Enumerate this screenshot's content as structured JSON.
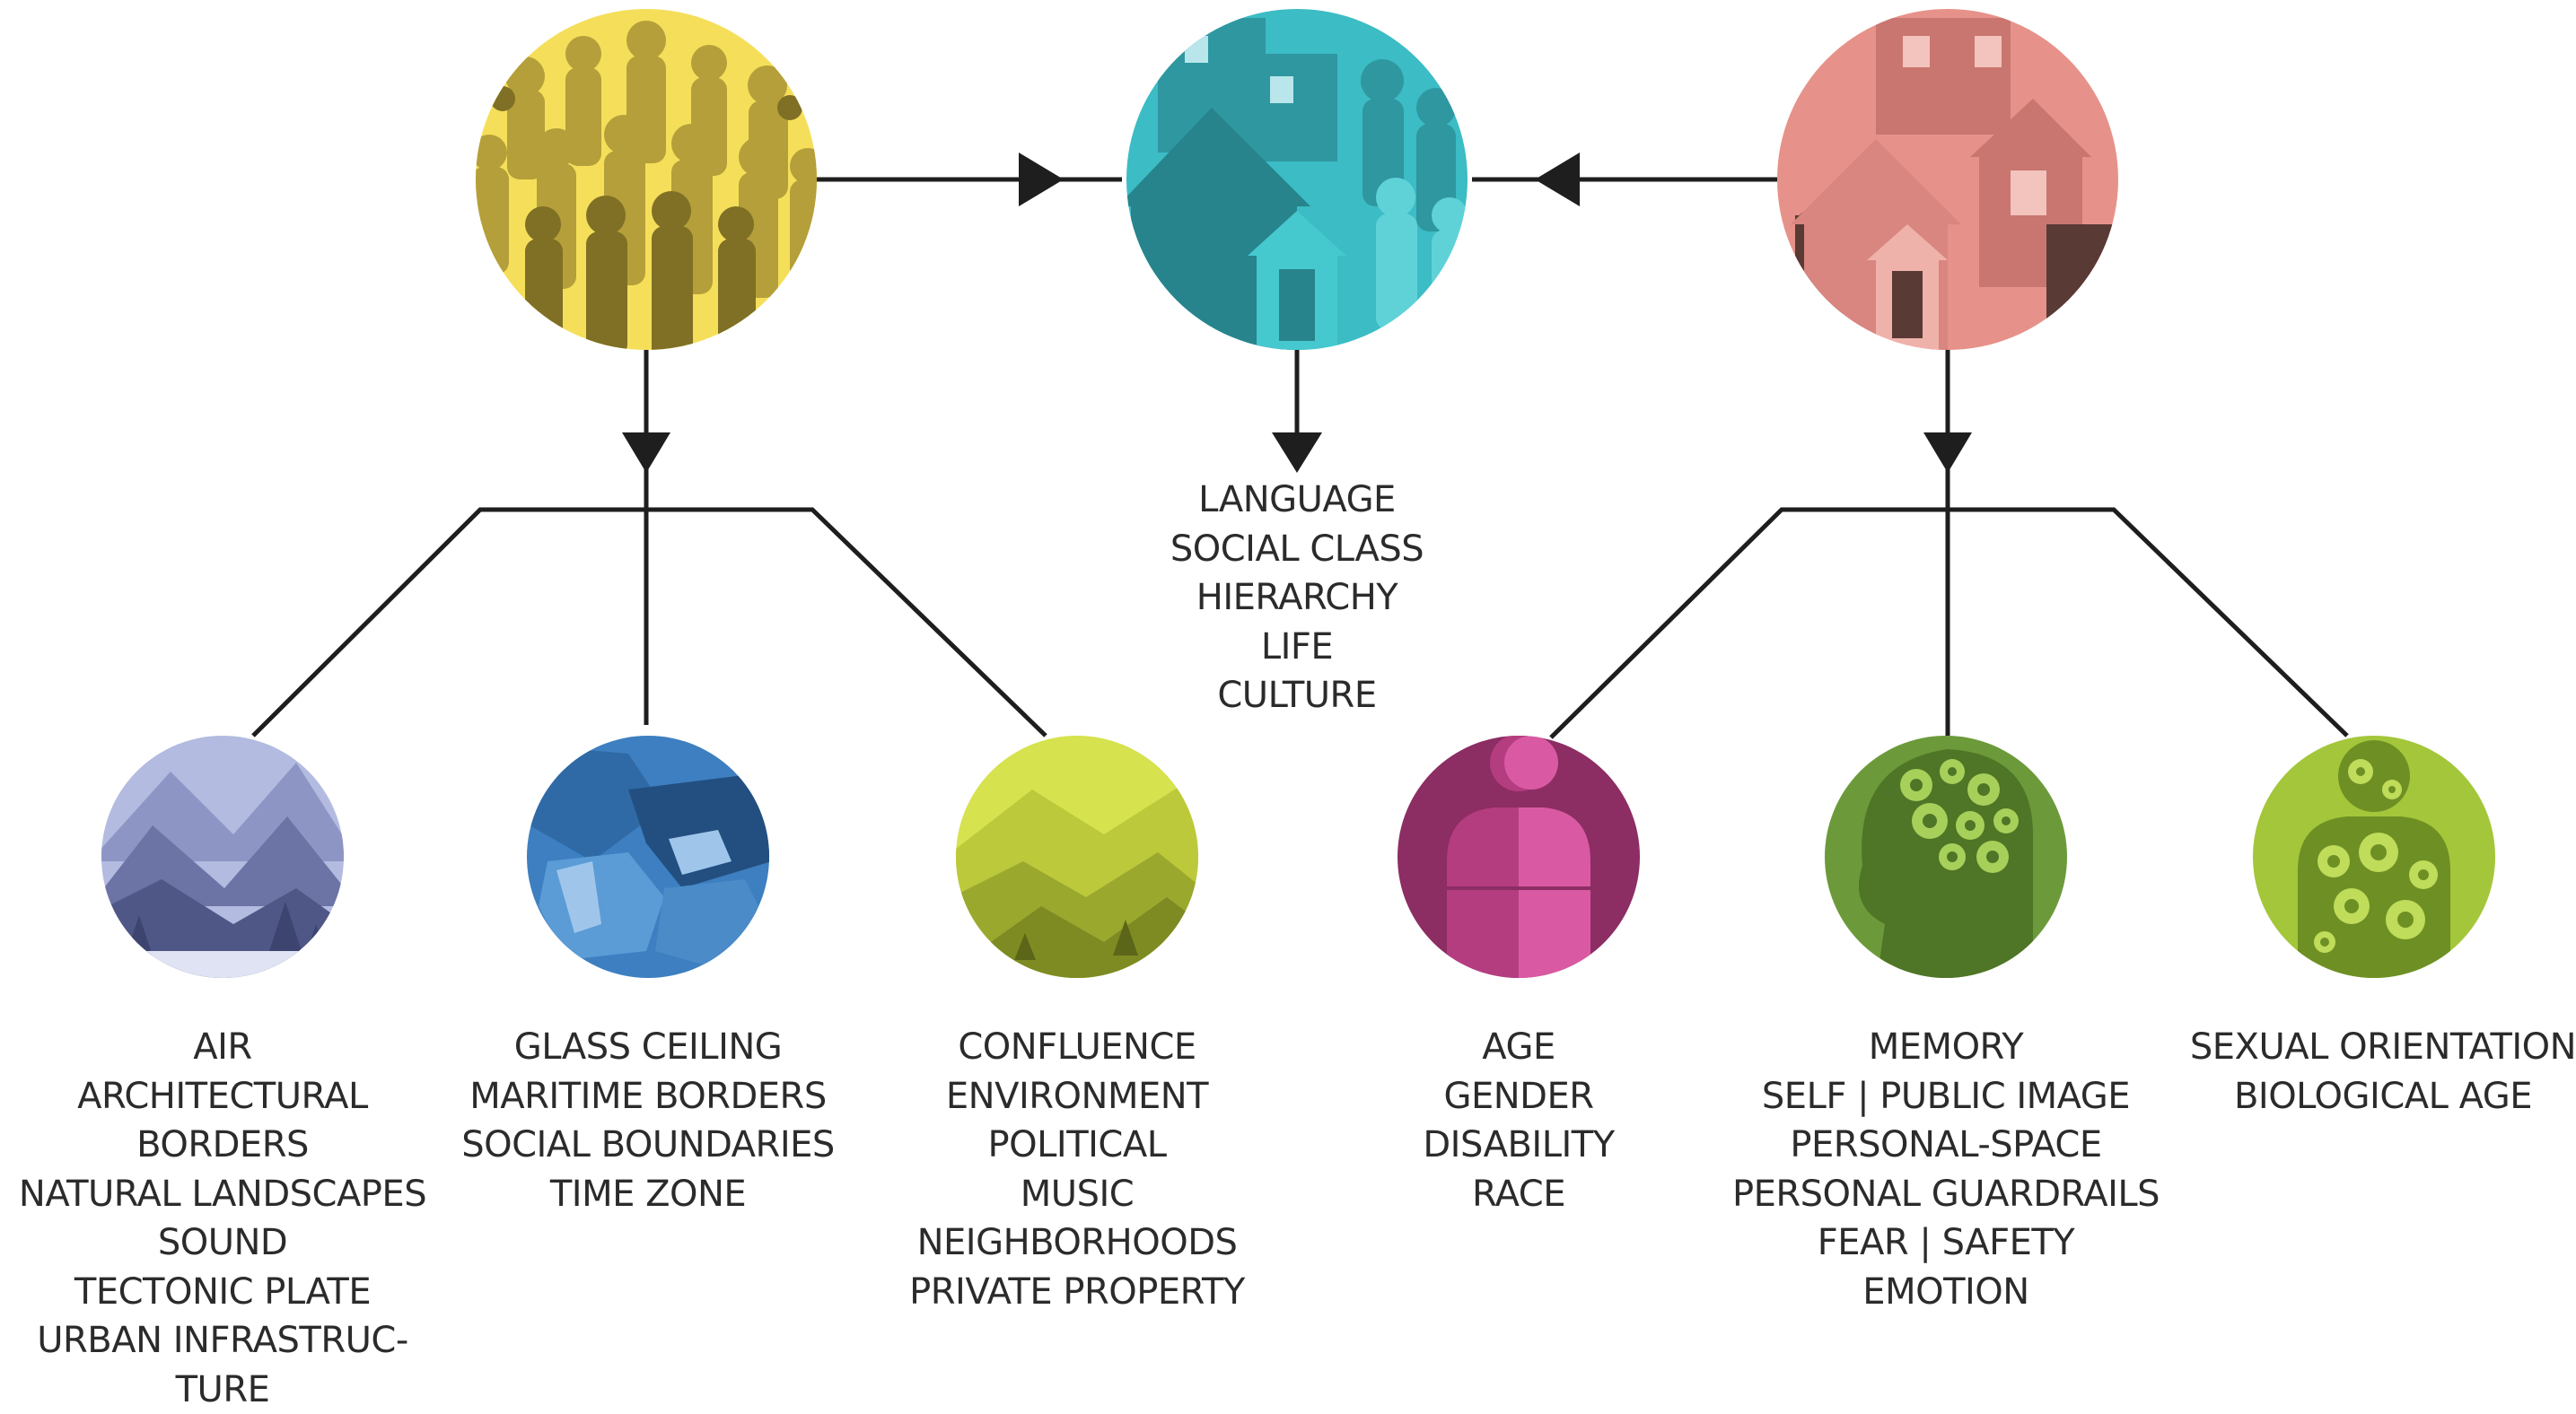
{
  "labels": {
    "community": [
      "LANGUAGE",
      "SOCIAL CLASS",
      "HIERARCHY",
      "LIFE",
      "CULTURE"
    ],
    "physical": [
      "AIR",
      "ARCHITECTURAL",
      "BORDERS",
      "NATURAL LANDSCAPES",
      "SOUND",
      "TECTONIC PLATE",
      "URBAN INFRASTRUC-",
      "TURE"
    ],
    "political": [
      "GLASS CEILING",
      "MARITIME BORDERS",
      "SOCIAL BOUNDARIES",
      "TIME ZONE"
    ],
    "environmental": [
      "CONFLUENCE",
      "ENVIRONMENT",
      "POLITICAL",
      "MUSIC",
      "NEIGHBORHOODS",
      "PRIVATE PROPERTY"
    ],
    "identity": [
      "AGE",
      "GENDER",
      "DISABILITY",
      "RACE"
    ],
    "mental": [
      "MEMORY",
      "SELF | PUBLIC IMAGE",
      "PERSONAL-SPACE",
      "PERSONAL GUARDRAILS",
      "FEAR | SAFETY",
      "EMOTION"
    ],
    "orientation": [
      "SEXUAL ORIENTATION",
      "BIOLOGICAL AGE"
    ]
  },
  "colors": {
    "people": "#f5df5a",
    "community": "#3cbcc4",
    "houses": "#e6928a",
    "landscape": "#8d95c4",
    "map": "#3d7fc0",
    "map_lime": "#bcc93a",
    "body": "#b0326f",
    "head": "#6c9a3a",
    "torso": "#a4c63a",
    "line": "#1e1e1e"
  },
  "icons": {
    "people": "crowd-illustration",
    "community": "house-crowd-illustration",
    "houses": "houses-illustration",
    "landscape": "mountain-landscape-illustration",
    "map": "region-map-illustration",
    "map_lime": "map-landscape-illustration",
    "body": "human-body-illustration",
    "head": "head-gears-illustration",
    "torso": "torso-gears-illustration"
  }
}
